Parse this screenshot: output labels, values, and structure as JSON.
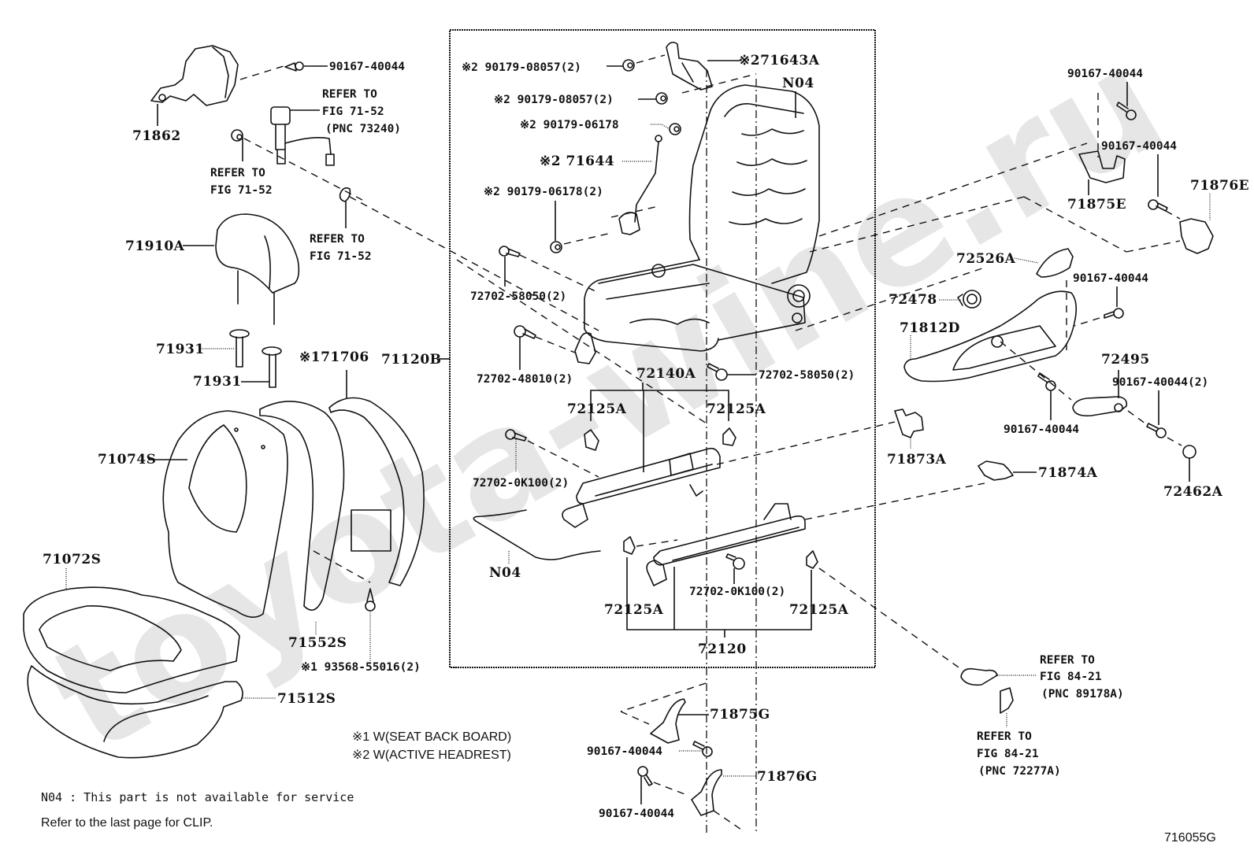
{
  "watermark": "toyota-wine.ru",
  "figure_code": "716055G",
  "footnotes": {
    "n04_note": "N04 : This part is not available for service",
    "clip_note": "Refer to the last page for CLIP.",
    "legend_1": "※1 W(SEAT BACK BOARD)",
    "legend_2": "※2 W(ACTIVE HEADREST)"
  },
  "labels": {
    "p71862": "71862",
    "bolt_top_left": "90167-40044",
    "ref_buckle_1": "REFER TO",
    "ref_buckle_2": "FIG 71-52",
    "ref_buckle_3": "(PNC 73240)",
    "ref_anchor_1": "REFER TO",
    "ref_anchor_2": "FIG 71-52",
    "ref_clip_1": "REFER TO",
    "ref_clip_2": "FIG 71-52",
    "p71910A": "71910A",
    "p71931_a": "71931",
    "p71931_b": "71931",
    "p71706": "※171706",
    "p71120B": "71120B",
    "p71074S": "71074S",
    "p71072S": "71072S",
    "p71552S": "71552S",
    "p93568": "※1 93568-55016(2)",
    "p71512S": "71512S",
    "nut_08057_a": "※2 90179-08057(2)",
    "nut_08057_b": "※2 90179-08057(2)",
    "nut_06178_a": "※2 90179-06178",
    "p71644": "※2 71644",
    "nut_06178_b": "※2 90179-06178(2)",
    "p71643A": "※271643A",
    "p_n04_top": "N04",
    "bolt_58050_a": "72702-58050(2)",
    "bolt_48010": "72702-48010(2)",
    "p72140A": "72140A",
    "bolt_58050_b": "72702-58050(2)",
    "p72125A_a": "72125A",
    "p72125A_b": "72125A",
    "bolt_0K100_a": "72702-0K100(2)",
    "p_n04_bottom": "N04",
    "bolt_0K100_b": "72702-0K100(2)",
    "p72125A_c": "72125A",
    "p72125A_d": "72125A",
    "p72120": "72120",
    "p71875G": "71875G",
    "bolt_71875G": "90167-40044",
    "p71876G": "71876G",
    "bolt_71876G": "90167-40044",
    "bolt_71875E": "90167-40044",
    "p71875E": "71875E",
    "bolt_71876E": "90167-40044",
    "p71876E": "71876E",
    "p72526A": "72526A",
    "p72478": "72478",
    "bolt_shield_top": "90167-40044",
    "p71812D": "71812D",
    "p72495": "72495",
    "bolt_shield_bottom": "90167-40044",
    "bolt_knob": "90167-40044(2)",
    "p72462A": "72462A",
    "p71873A": "71873A",
    "p71874A": "71874A",
    "ref_89178_1": "REFER TO",
    "ref_89178_2": "FIG 84-21",
    "ref_89178_3": "(PNC 89178A)",
    "ref_72277_1": "REFER TO",
    "ref_72277_2": "FIG 84-21",
    "ref_72277_3": "(PNC 72277A)"
  }
}
